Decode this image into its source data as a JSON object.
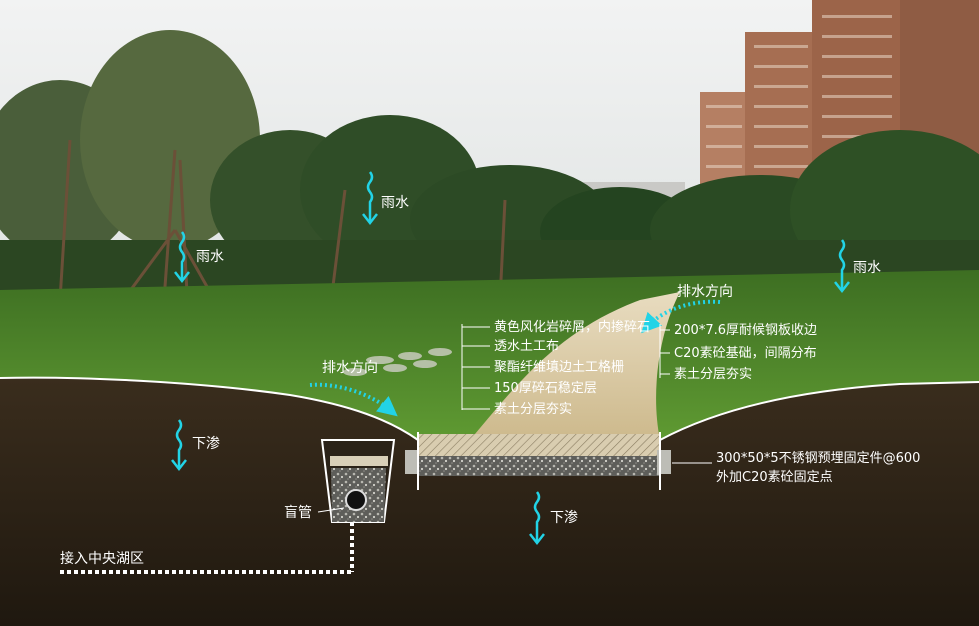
{
  "rain_label": "雨水",
  "drain_direction_label": "排水方向",
  "infiltration_label": "下渗",
  "blind_pipe_label": "盲管",
  "outlet_label": "接入中央湖区",
  "path_layers": [
    "黄色风化岩碎屑，内掺碎石",
    "透水土工布",
    "聚酯纤维填边土工格栅",
    "150厚碎石稳定层",
    "素土分层夯实"
  ],
  "edge_layers": [
    "200*7.6厚耐候钢板收边",
    "C20素砼基础，间隔分布",
    "素土分层夯实"
  ],
  "anchor_note": [
    "300*50*5不锈钢预埋固定件@600",
    "外加C20素砼固定点"
  ],
  "colors": {
    "accent": "#22d3e6",
    "soil": "#2b2116",
    "grass": "#4f8a2c",
    "path": "#d8c7a0",
    "sky": "#e9ebea"
  }
}
